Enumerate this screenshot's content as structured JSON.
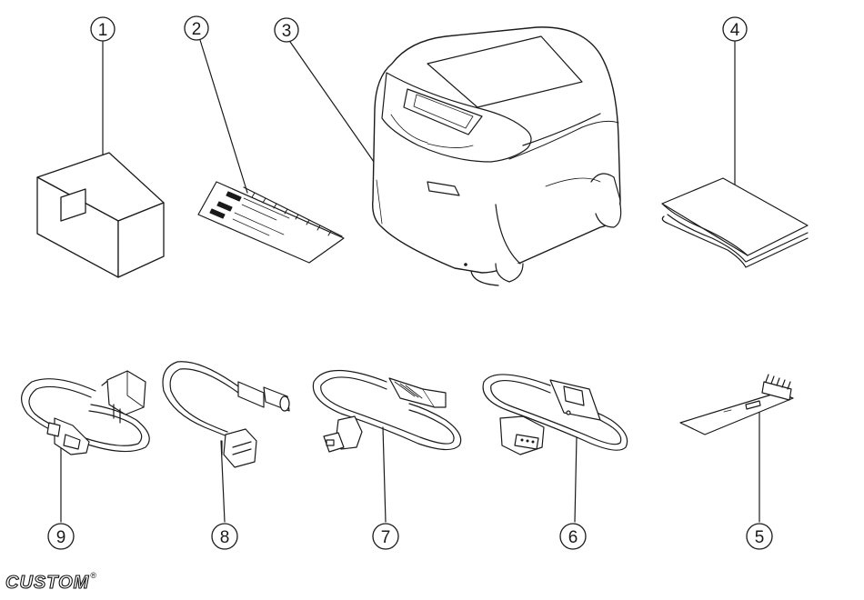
{
  "callouts": [
    "1",
    "2",
    "3",
    "4",
    "5",
    "6",
    "7",
    "8",
    "9"
  ],
  "logo": {
    "text": "CUSTOM",
    "mark": "®"
  }
}
